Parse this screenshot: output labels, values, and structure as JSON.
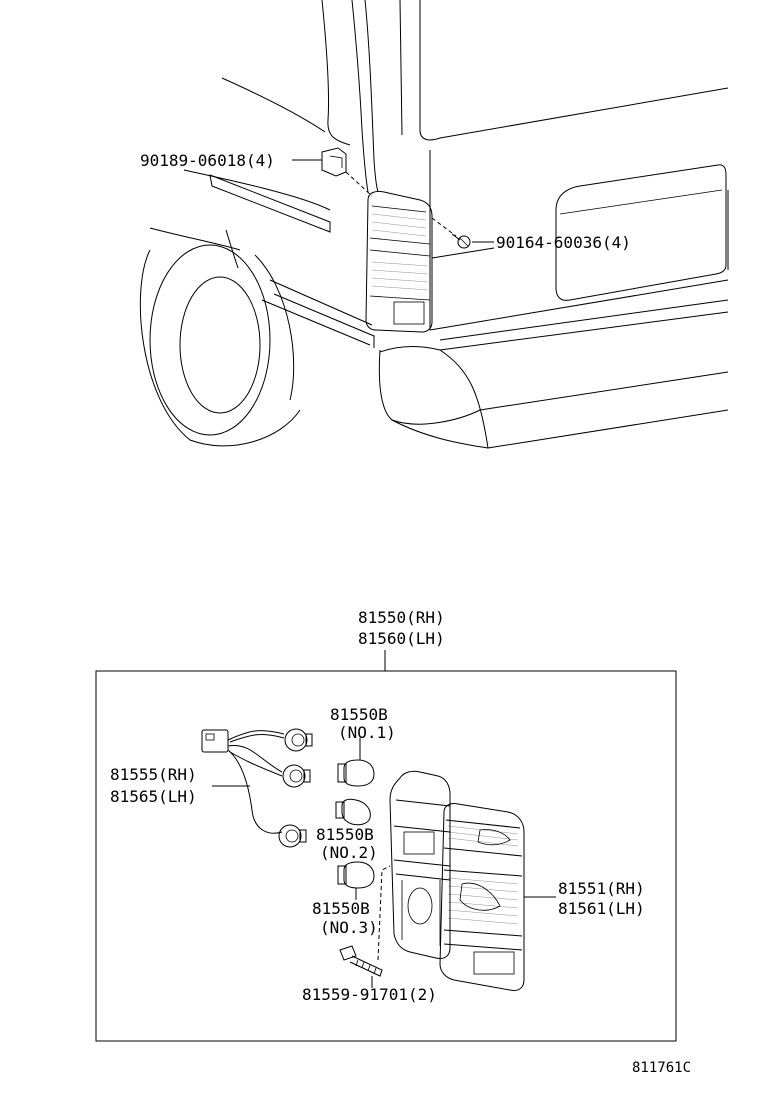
{
  "callouts": {
    "clip": "90189-06018(4)",
    "screw_top": "90164-60036(4)",
    "assy_rh": "81550(RH)",
    "assy_lh": "81560(LH)",
    "bulb1_part": "81550B",
    "bulb1_no": "(NO.1)",
    "bulb2_part": "81550B",
    "bulb2_no": "(NO.2)",
    "bulb3_part": "81550B",
    "bulb3_no": "(NO.3)",
    "socket_rh": "81555(RH)",
    "socket_lh": "81565(LH)",
    "lens_rh": "81551(RH)",
    "lens_lh": "81561(LH)",
    "screw_bottom": "81559-91701(2)"
  },
  "figure_code": "811761C"
}
